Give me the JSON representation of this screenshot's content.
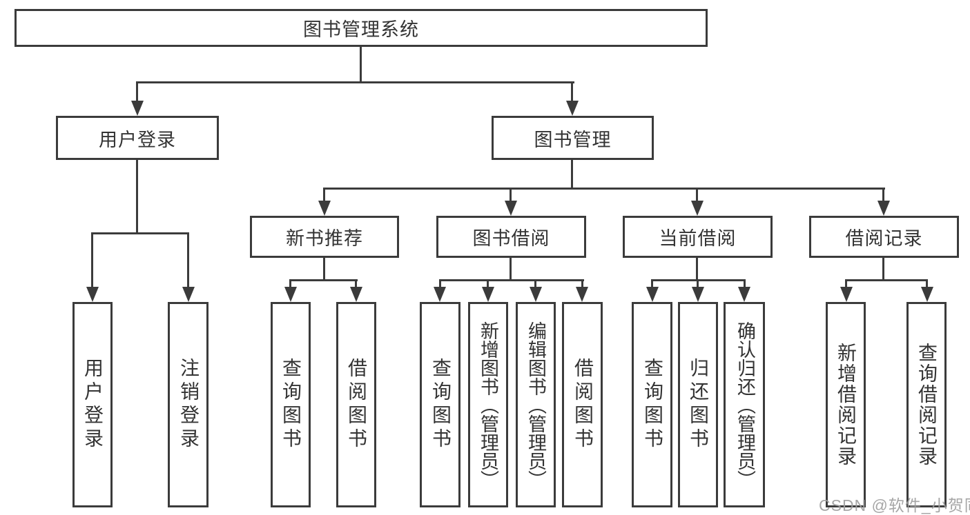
{
  "tree": {
    "label": "图书管理系统",
    "children": [
      {
        "label": "用户登录",
        "children": [
          {
            "label": "用户登录"
          },
          {
            "label": "注销登录"
          }
        ]
      },
      {
        "label": "图书管理",
        "children": [
          {
            "label": "新书推荐",
            "children": [
              {
                "label": "查询图书"
              },
              {
                "label": "借阅图书"
              }
            ]
          },
          {
            "label": "图书借阅",
            "children": [
              {
                "label": "查询图书"
              },
              {
                "label": "新增图书（管理员）"
              },
              {
                "label": "编辑图书（管理员）"
              },
              {
                "label": "借阅图书"
              }
            ]
          },
          {
            "label": "当前借阅",
            "children": [
              {
                "label": "查询图书"
              },
              {
                "label": "归还图书"
              },
              {
                "label": "确认归还（管理员）"
              }
            ]
          },
          {
            "label": "借阅记录",
            "children": [
              {
                "label": "新增借阅记录"
              },
              {
                "label": "查询借阅记录"
              }
            ]
          }
        ]
      }
    ]
  },
  "watermark": {
    "text": "CSDN @软件_小贺同学"
  },
  "colors": {
    "line": "#3b3b3b",
    "text": "#333333",
    "background": "#ffffff",
    "watermark": "#9e9e9e"
  }
}
